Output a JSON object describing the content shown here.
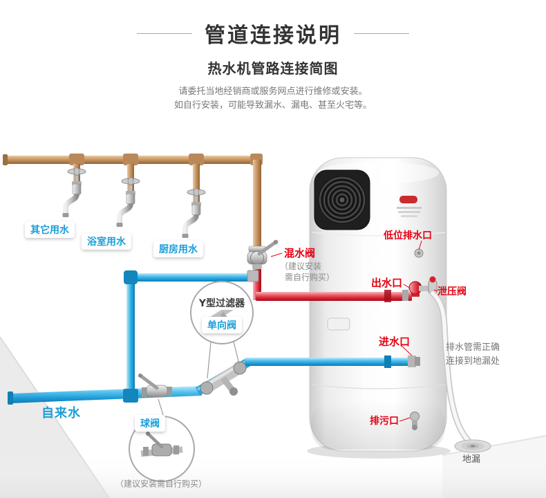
{
  "header": {
    "title": "管道连接说明",
    "subtitle": "热水机管路连接简图",
    "warning_line1": "请委托当地经销商或服务网点进行维修或安装。",
    "warning_line2": "如自行安装，可能导致漏水、漏电、甚至火宅等。"
  },
  "diagram": {
    "faucet_labels": {
      "other": "其它用水",
      "bathroom": "浴室用水",
      "kitchen": "厨房用水"
    },
    "mixing_valve": {
      "label": "混水阀",
      "note_line1": "（建议安装",
      "note_line2": "需自行购买）"
    },
    "tank_ports": {
      "low_drain": "低位排水口",
      "outlet": "出水口",
      "relief_valve": "泄压阀",
      "inlet": "进水口",
      "sewage": "排污口"
    },
    "drain_note": {
      "line1": "排水管需正确",
      "line2": "连接到地漏处"
    },
    "filter_callout": {
      "y_filter": "Y型过滤器",
      "check_valve": "单向阀"
    },
    "ball_valve_callout": {
      "label": "球阀",
      "note": "（建议安装需自行购买）"
    },
    "tap_water": "自来水",
    "floor_drain": "地漏"
  },
  "colors": {
    "red": "#e60012",
    "blue": "#1b9ed9",
    "tan": "#c99b6d"
  }
}
